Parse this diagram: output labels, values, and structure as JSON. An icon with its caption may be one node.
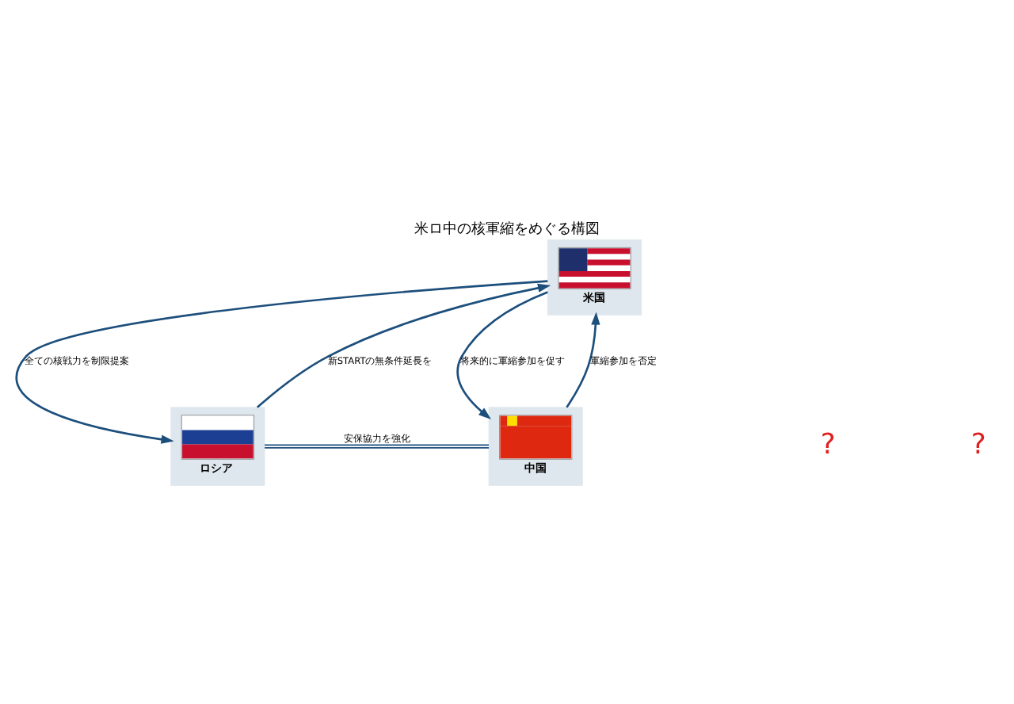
{
  "diagram": {
    "title": "米ロ中の核軍縮をめぐる構図",
    "nodes": [
      {
        "text": [
          "米国"
        ]
      },
      {
        "text": [
          "ロシア"
        ]
      },
      {
        "text": [
          "中国"
        ]
      }
    ],
    "edges": [
      {
        "from": 0,
        "to": 1,
        "arrow": "to",
        "label": "全ての核戦力を制限提案"
      },
      {
        "from": 1,
        "to": 0,
        "arrow": "to",
        "label": "新STARTの無条件延長を"
      },
      {
        "from": 0,
        "to": 2,
        "arrow": "to",
        "label": "将来的に軍縮参加を促す"
      },
      {
        "from": 2,
        "to": 0,
        "arrow": "to",
        "label": "軍縮参加を否定"
      },
      {
        "from": 1,
        "to": 2,
        "arrow": "none",
        "label": "安保協力を強化"
      }
    ],
    "labels": [
      "?",
      "?"
    ]
  }
}
